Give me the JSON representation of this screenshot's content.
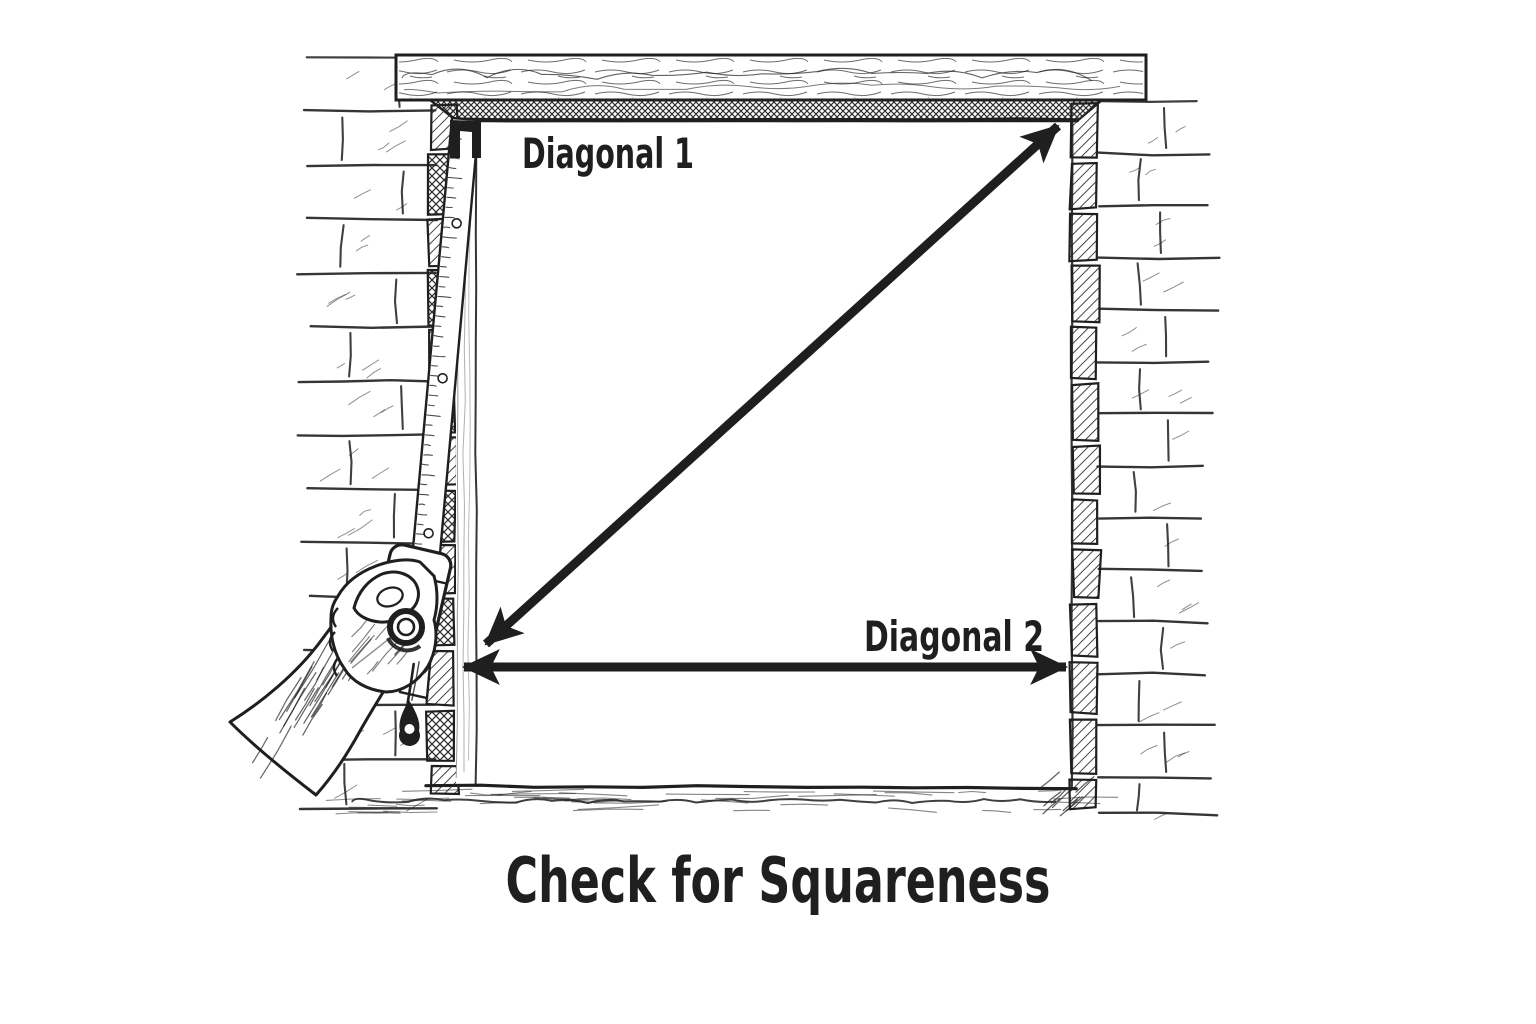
{
  "illustration": {
    "labels": {
      "diagonal1": "Diagonal 1",
      "diagonal2": "Diagonal 2"
    },
    "caption": "Check for Squareness",
    "colors": {
      "ink": "#1f1f1f",
      "paper": "#ffffff",
      "arrow": "#1e1e1e",
      "sketch": "#2f2f2f"
    },
    "figure_elements": [
      "brick-wall-left",
      "brick-wall-right",
      "wood-lintel-beam",
      "framed-rough-opening",
      "tape-measure-strip",
      "hand-holding-tape-measure",
      "diagonal-1-arrow",
      "diagonal-2-arrow",
      "sill-line"
    ]
  }
}
